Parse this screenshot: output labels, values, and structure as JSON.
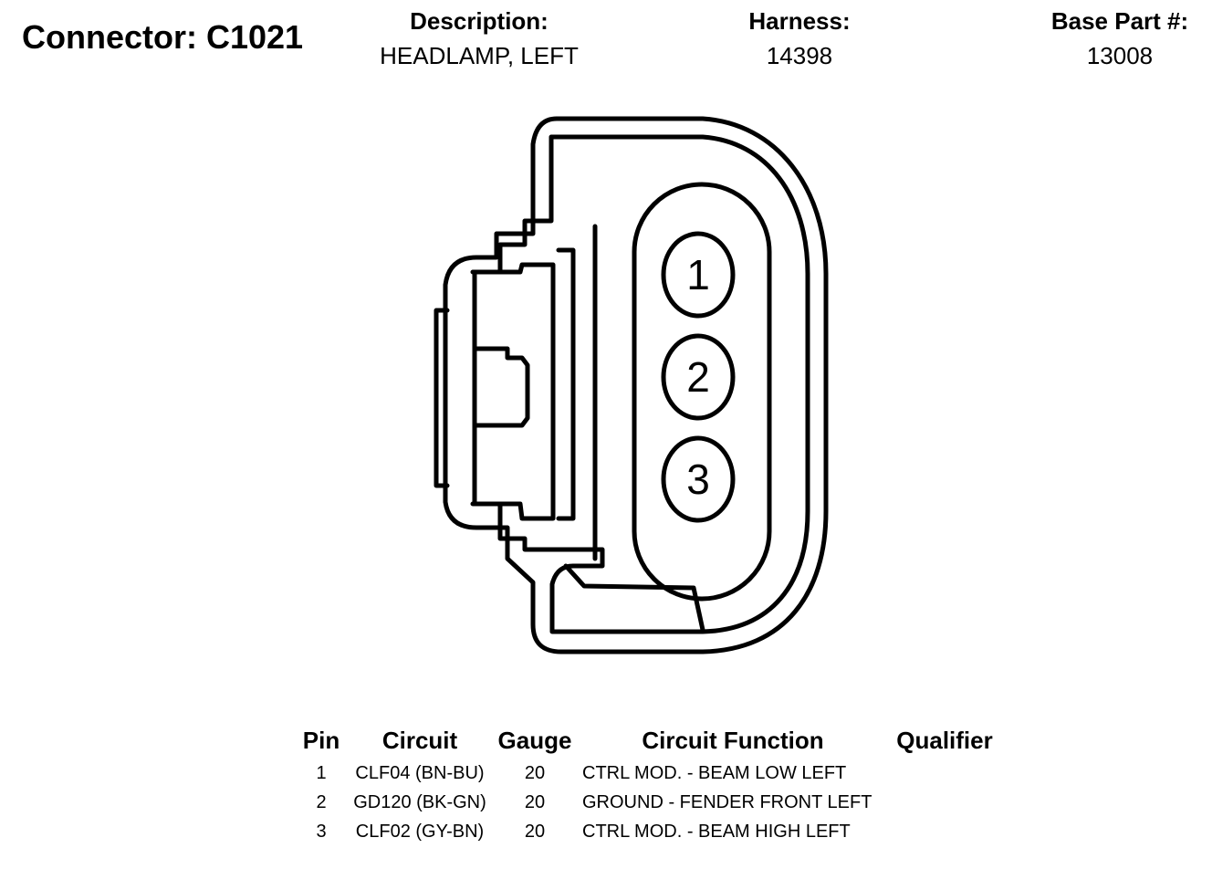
{
  "connector": {
    "title": "Connector: C1021"
  },
  "header": {
    "description_label": "Description:",
    "description_value": "HEADLAMP, LEFT",
    "harness_label": "Harness:",
    "harness_value": "14398",
    "base_part_label": "Base Part #:",
    "base_part_value": "13008"
  },
  "diagram": {
    "pins": [
      "1",
      "2",
      "3"
    ]
  },
  "pin_table": {
    "headers": {
      "pin": "Pin",
      "circuit": "Circuit",
      "gauge": "Gauge",
      "function": "Circuit Function",
      "qualifier": "Qualifier"
    },
    "rows": [
      {
        "pin": "1",
        "circuit": "CLF04 (BN-BU)",
        "gauge": "20",
        "function": "CTRL MOD. - BEAM LOW LEFT",
        "qualifier": ""
      },
      {
        "pin": "2",
        "circuit": "GD120 (BK-GN)",
        "gauge": "20",
        "function": "GROUND - FENDER FRONT LEFT",
        "qualifier": ""
      },
      {
        "pin": "3",
        "circuit": "CLF02 (GY-BN)",
        "gauge": "20",
        "function": "CTRL MOD. - BEAM HIGH LEFT",
        "qualifier": ""
      }
    ]
  }
}
